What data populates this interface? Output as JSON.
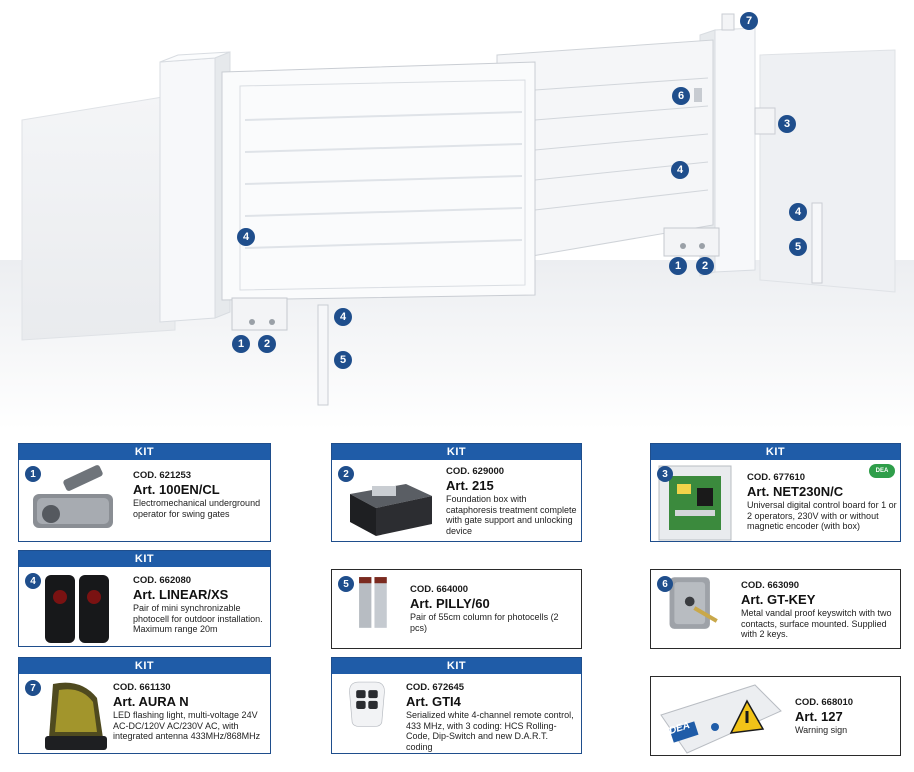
{
  "markers": [
    "1",
    "2",
    "3",
    "4",
    "5",
    "6",
    "7"
  ],
  "kit_label": "KIT",
  "products": [
    {
      "id": "1",
      "cod": "COD. 621253",
      "art": "Art. 100EN/CL",
      "desc": "Electromechanical underground operator for swing gates",
      "icon": "underground-operator-icon"
    },
    {
      "id": "2",
      "cod": "COD. 629000",
      "art": "Art. 215",
      "desc": "Foundation box with cataphoresis treatment complete with gate support and unlocking device",
      "icon": "foundation-box-icon"
    },
    {
      "id": "3",
      "cod": "COD. 677610",
      "art": "Art. NET230N/C",
      "desc": "Universal digital control board for 1 or 2 operators, 230V with or without magnetic encoder (with box)",
      "icon": "control-board-icon",
      "badge": "DEA NET"
    },
    {
      "id": "4",
      "cod": "COD. 662080",
      "art": "Art. LINEAR/XS",
      "desc": "Pair of mini synchronizable photocell for outdoor installation. Maximum range 20m",
      "icon": "photocell-icon"
    },
    {
      "id": "5",
      "cod": "COD. 664000",
      "art": "Art. PILLY/60",
      "desc": "Pair of 55cm column for photocells (2 pcs)",
      "icon": "column-icon"
    },
    {
      "id": "6",
      "cod": "COD. 663090",
      "art": "Art. GT-KEY",
      "desc": "Metal vandal proof keyswitch with two contacts, surface mounted. Supplied with 2 keys.",
      "icon": "keyswitch-icon"
    },
    {
      "id": "7",
      "cod": "COD. 661130",
      "art": "Art. AURA N",
      "desc": "LED flashing light, multi-voltage 24V AC-DC/120V AC/230V AC, with integrated antenna 433MHz/868MHz",
      "icon": "flashing-light-icon"
    },
    {
      "id": "",
      "cod": "COD. 672645",
      "art": "Art. GTI4",
      "desc": "Serialized white 4-channel remote control, 433 MHz, with 3 coding: HCS Rolling-Code, Dip-Switch and new D.A.R.T. coding",
      "icon": "remote-control-icon"
    },
    {
      "id": "",
      "cod": "COD. 668010",
      "art": "Art. 127",
      "desc": "Warning sign",
      "icon": "warning-sign-icon",
      "sign_brand": "DEA"
    }
  ]
}
